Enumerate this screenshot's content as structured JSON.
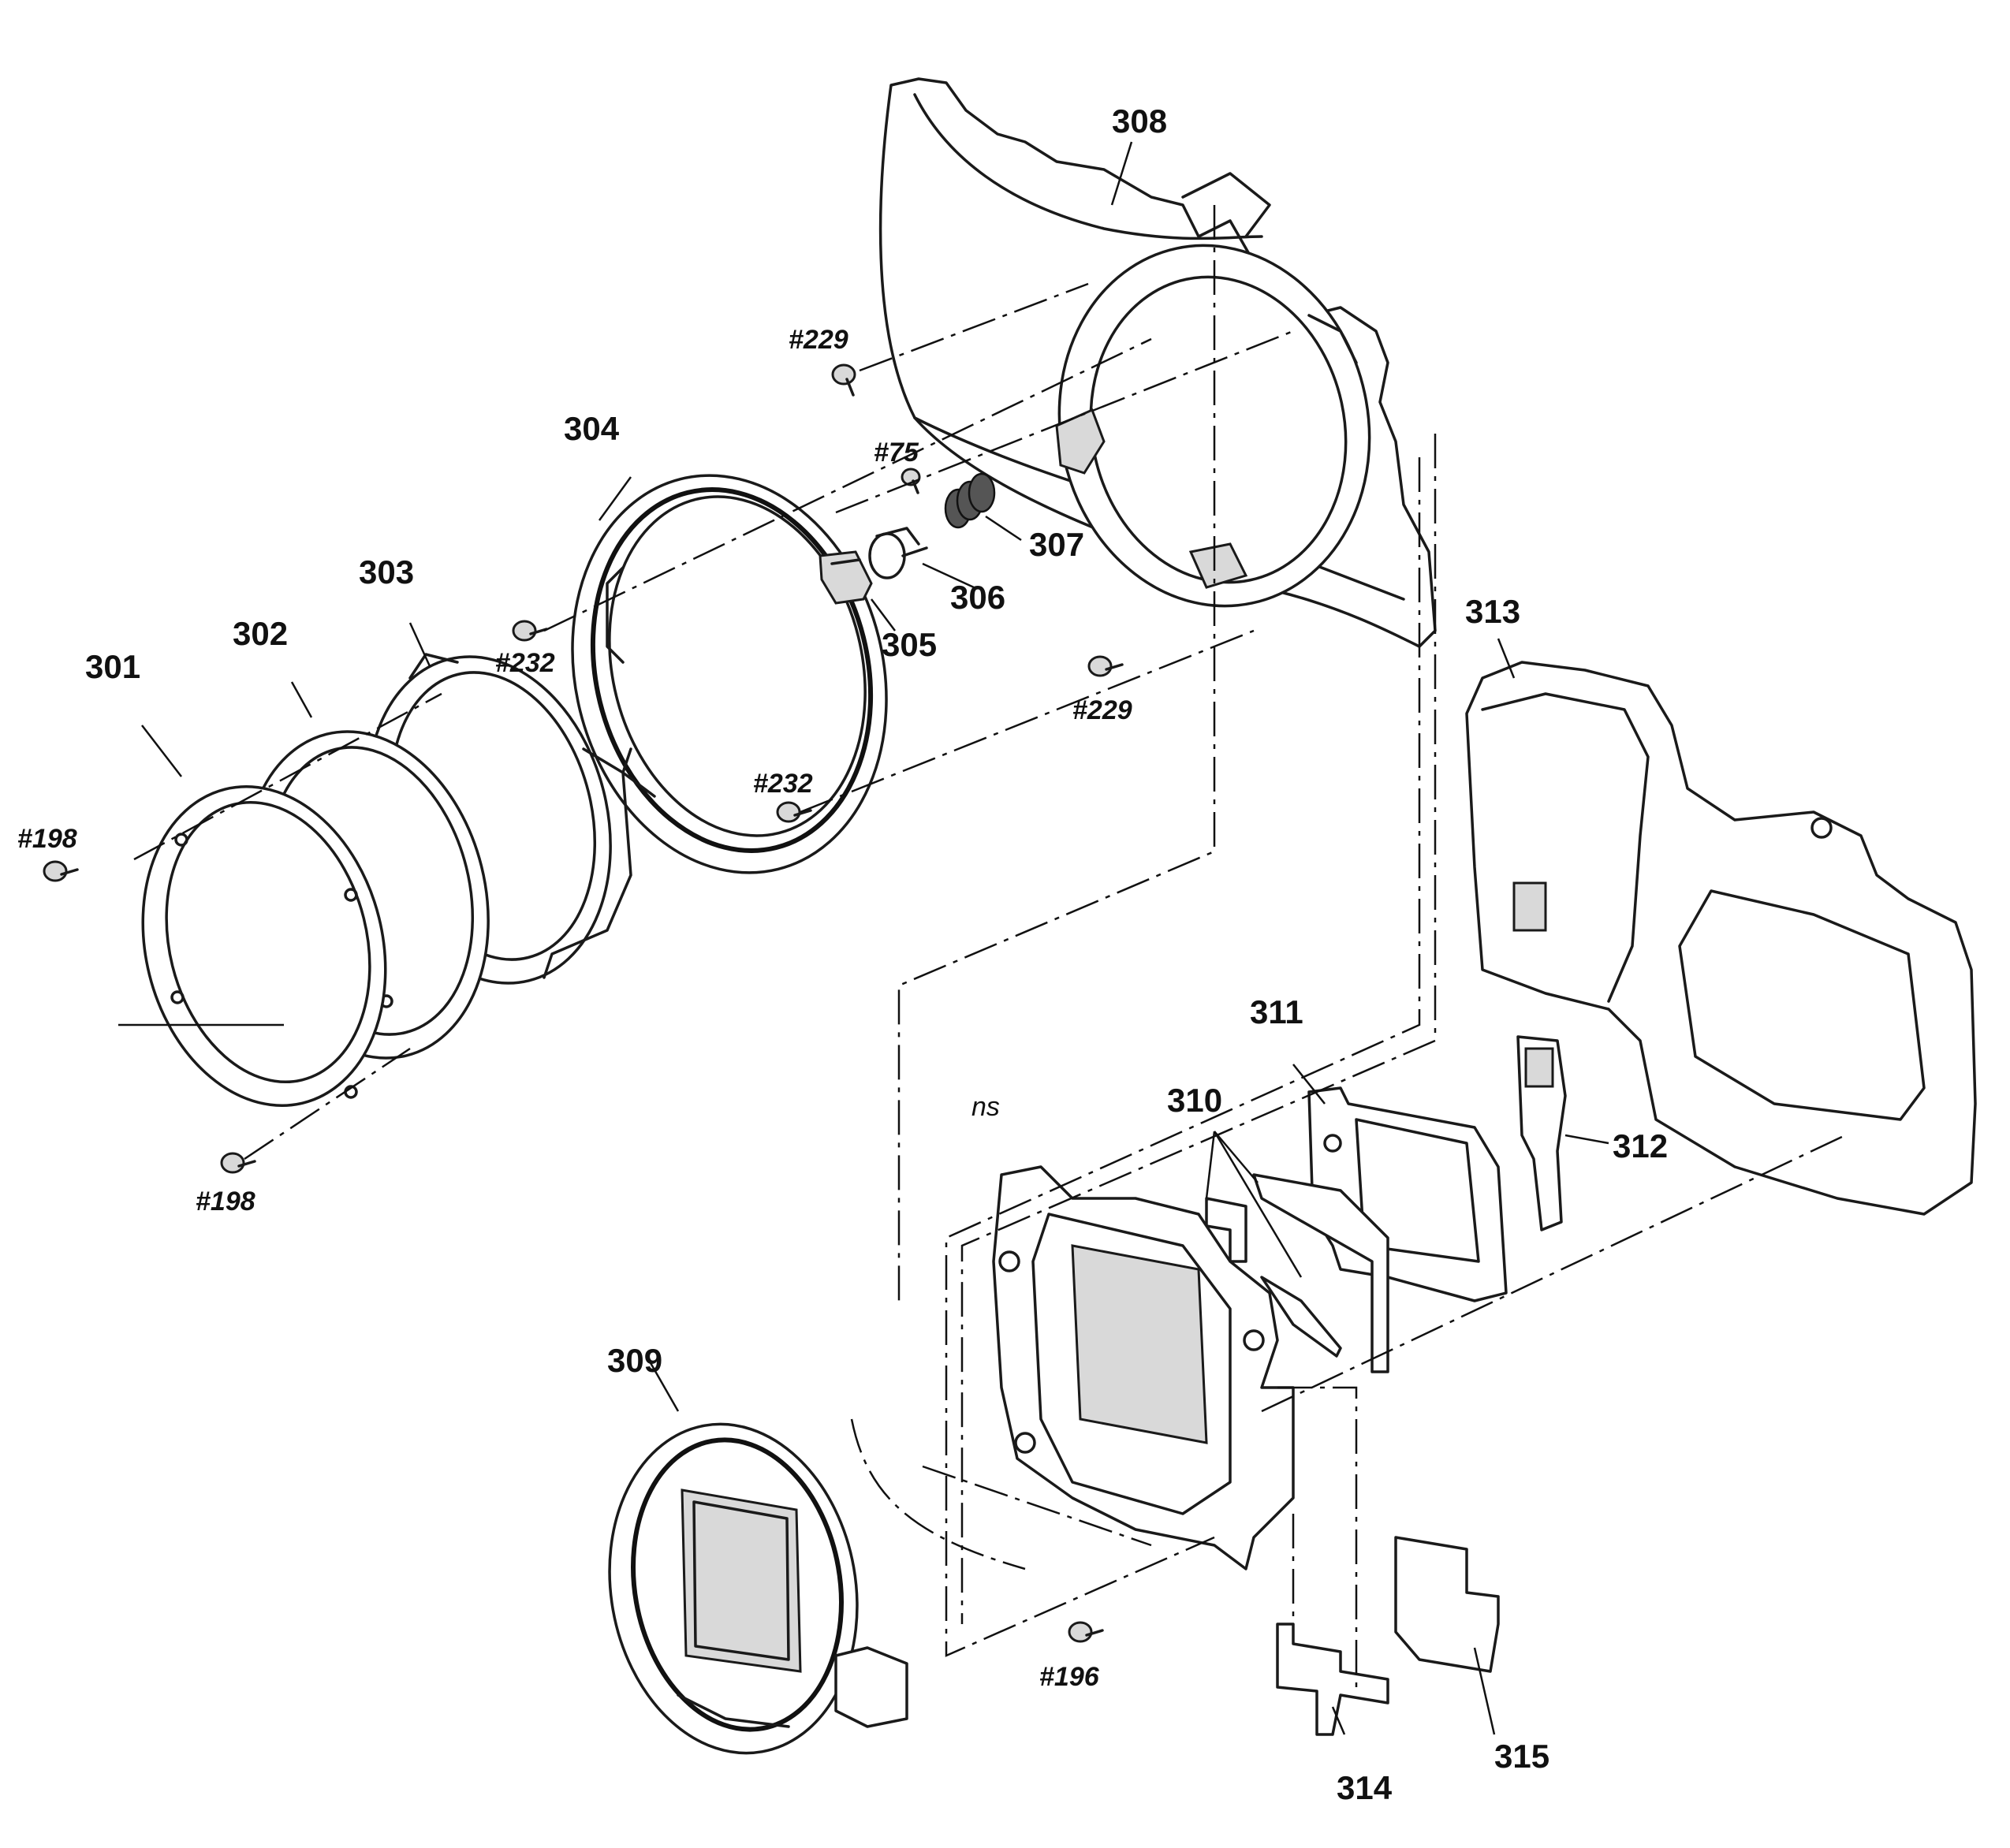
{
  "diagram": {
    "parts": [
      {
        "id": "301",
        "label": "301"
      },
      {
        "id": "302",
        "label": "302"
      },
      {
        "id": "303",
        "label": "303"
      },
      {
        "id": "304",
        "label": "304"
      },
      {
        "id": "305",
        "label": "305"
      },
      {
        "id": "306",
        "label": "306"
      },
      {
        "id": "307",
        "label": "307"
      },
      {
        "id": "308",
        "label": "308"
      },
      {
        "id": "309",
        "label": "309"
      },
      {
        "id": "310",
        "label": "310"
      },
      {
        "id": "311",
        "label": "311"
      },
      {
        "id": "312",
        "label": "312"
      },
      {
        "id": "313",
        "label": "313"
      },
      {
        "id": "314",
        "label": "314"
      },
      {
        "id": "315",
        "label": "315"
      }
    ],
    "screws": [
      {
        "id": "s229a",
        "label": "#229"
      },
      {
        "id": "s229b",
        "label": "#229"
      },
      {
        "id": "s75",
        "label": "#75"
      },
      {
        "id": "s232a",
        "label": "#232"
      },
      {
        "id": "s232b",
        "label": "#232"
      },
      {
        "id": "s198a",
        "label": "#198"
      },
      {
        "id": "s198b",
        "label": "#198"
      },
      {
        "id": "s196",
        "label": "#196"
      }
    ],
    "notes": [
      {
        "id": "ns",
        "label": "ns"
      }
    ]
  }
}
